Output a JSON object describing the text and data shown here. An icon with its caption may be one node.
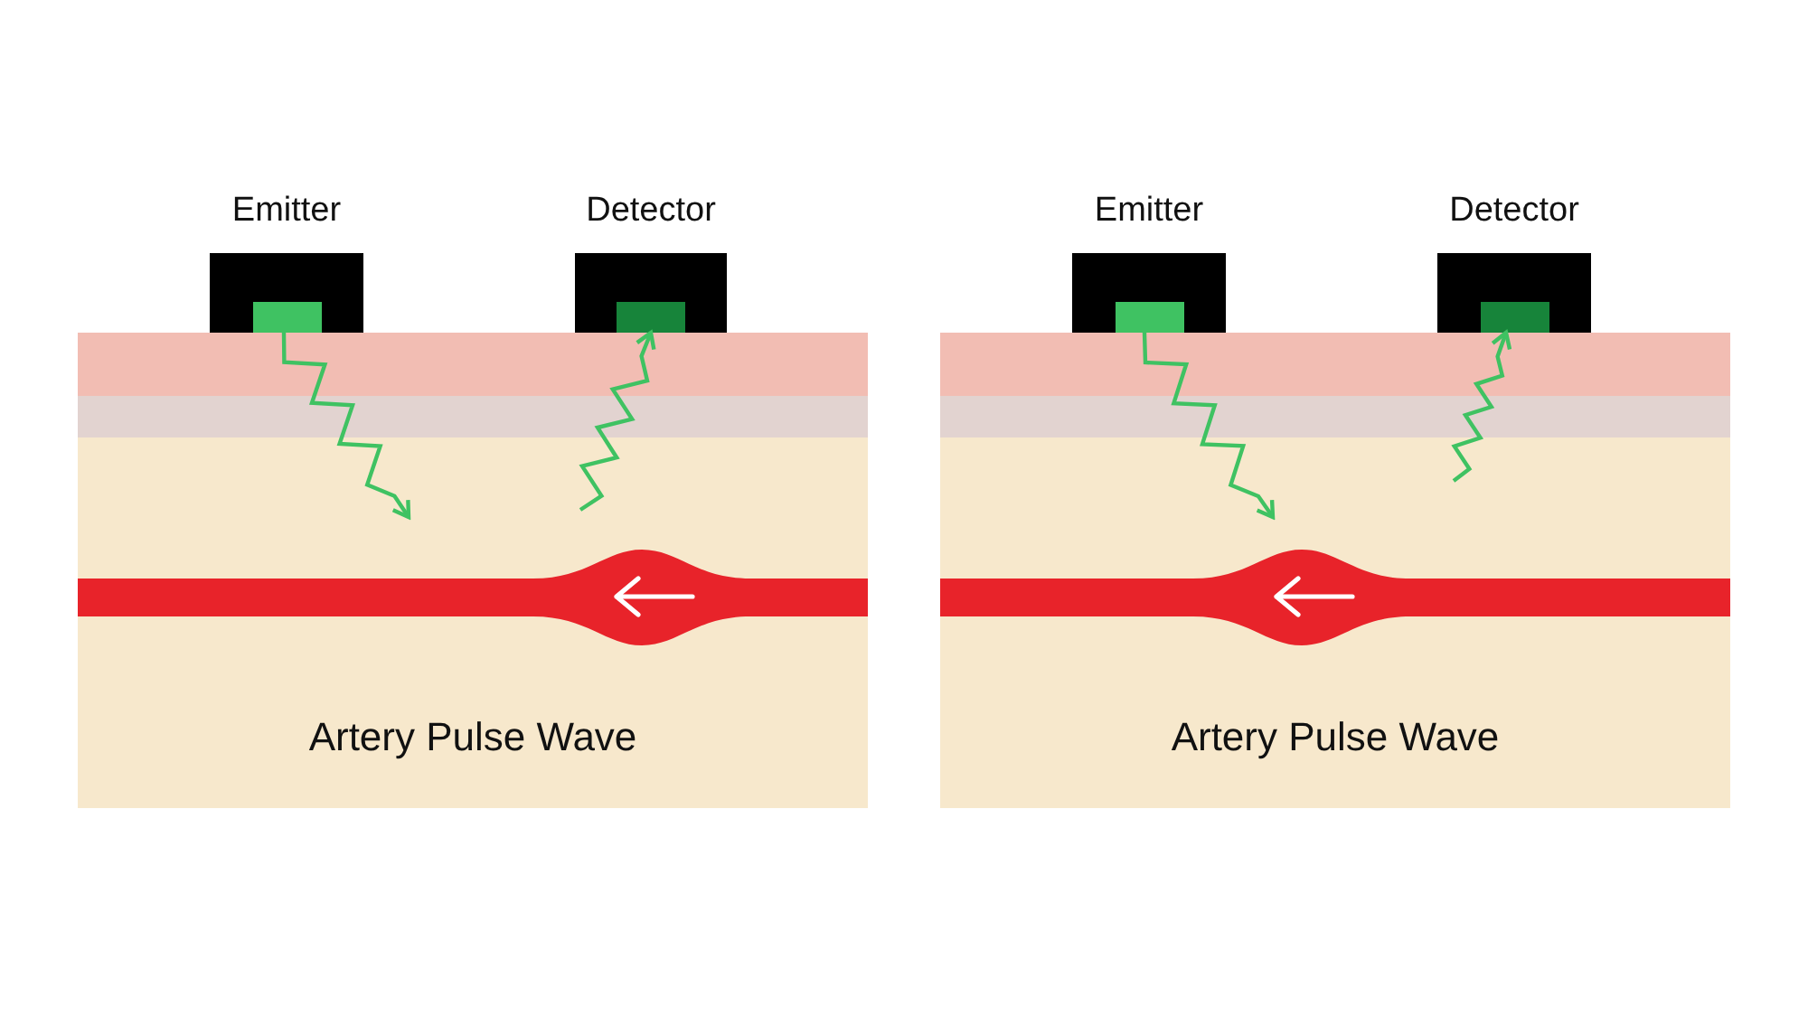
{
  "diagram": {
    "nodes": [
      {
        "text": [
          "Emitter"
        ]
      },
      {
        "text": [
          "Detector"
        ]
      },
      {
        "text": [
          "Artery Pulse Wave"
        ]
      },
      {
        "text": [
          "Emitter"
        ]
      },
      {
        "text": [
          "Detector"
        ]
      },
      {
        "text": [
          "Artery Pulse Wave"
        ]
      }
    ],
    "edges": [
      {
        "from": 0,
        "to": 2,
        "arrow": "to"
      },
      {
        "from": 2,
        "to": 1,
        "arrow": "to"
      },
      {
        "from": 3,
        "to": 5,
        "arrow": "to"
      },
      {
        "from": 5,
        "to": 4,
        "arrow": "to"
      }
    ]
  }
}
